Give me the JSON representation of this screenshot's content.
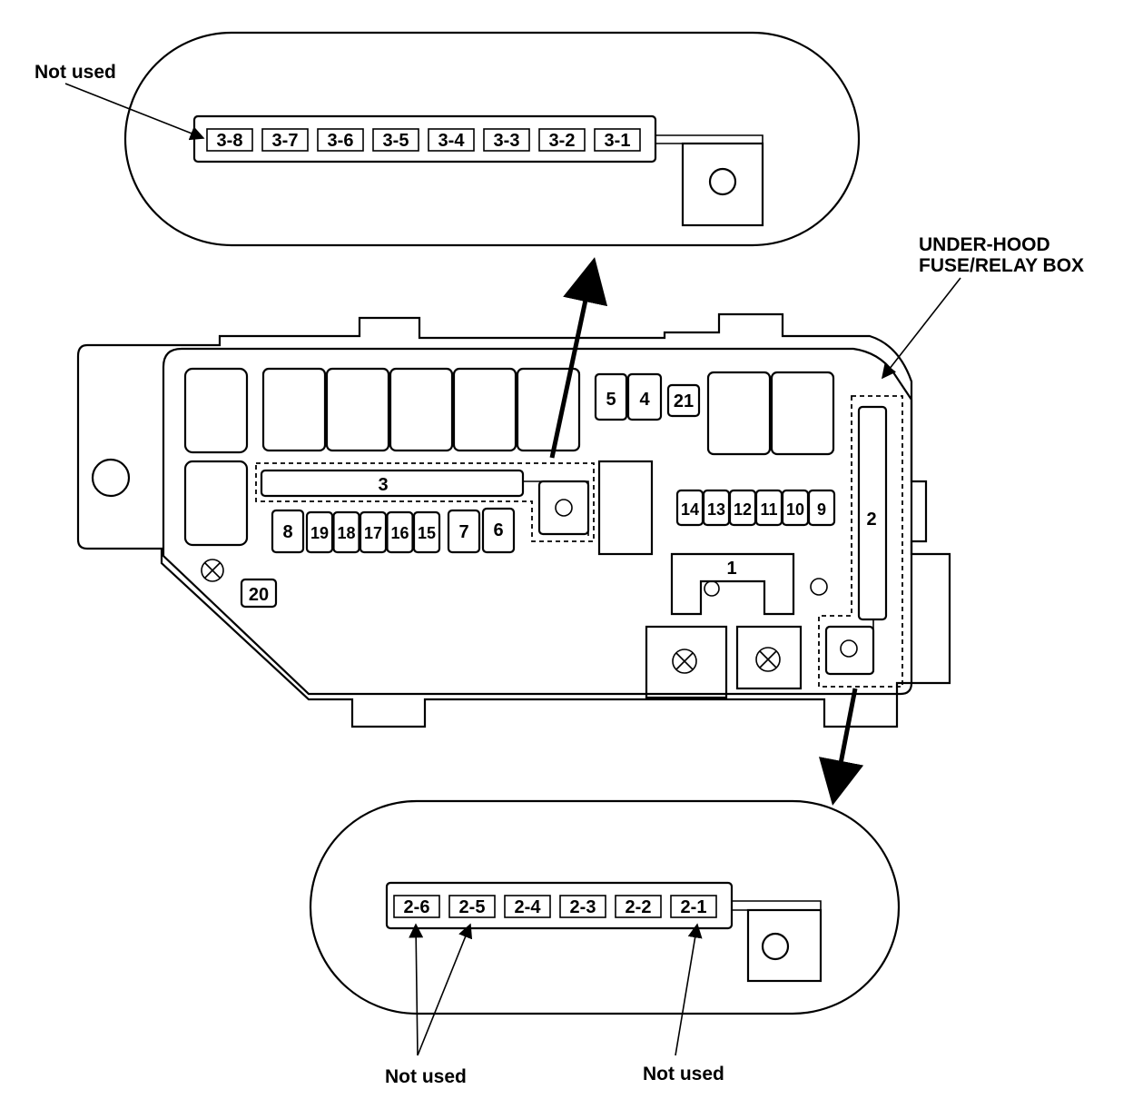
{
  "title_label": "UNDER-HOOD\nFUSE/RELAY BOX",
  "title_lines": [
    "UNDER-HOOD",
    "FUSE/RELAY BOX"
  ],
  "top_detail": {
    "fuses": [
      "3-8",
      "3-7",
      "3-6",
      "3-5",
      "3-4",
      "3-3",
      "3-2",
      "3-1"
    ],
    "not_used_label": "Not used"
  },
  "bottom_detail": {
    "fuses": [
      "2-6",
      "2-5",
      "2-4",
      "2-3",
      "2-2",
      "2-1"
    ],
    "not_used_left": "Not used",
    "not_used_right": "Not used"
  },
  "box": {
    "fuse_labels": {
      "f1": "1",
      "f2": "2",
      "f3": "3",
      "f4": "4",
      "f5": "5",
      "f6": "6",
      "f7": "7",
      "f8": "8",
      "f9": "9",
      "f10": "10",
      "f11": "11",
      "f12": "12",
      "f13": "13",
      "f14": "14",
      "f15": "15",
      "f16": "16",
      "f17": "17",
      "f18": "18",
      "f19": "19",
      "f20": "20",
      "f21": "21"
    }
  }
}
